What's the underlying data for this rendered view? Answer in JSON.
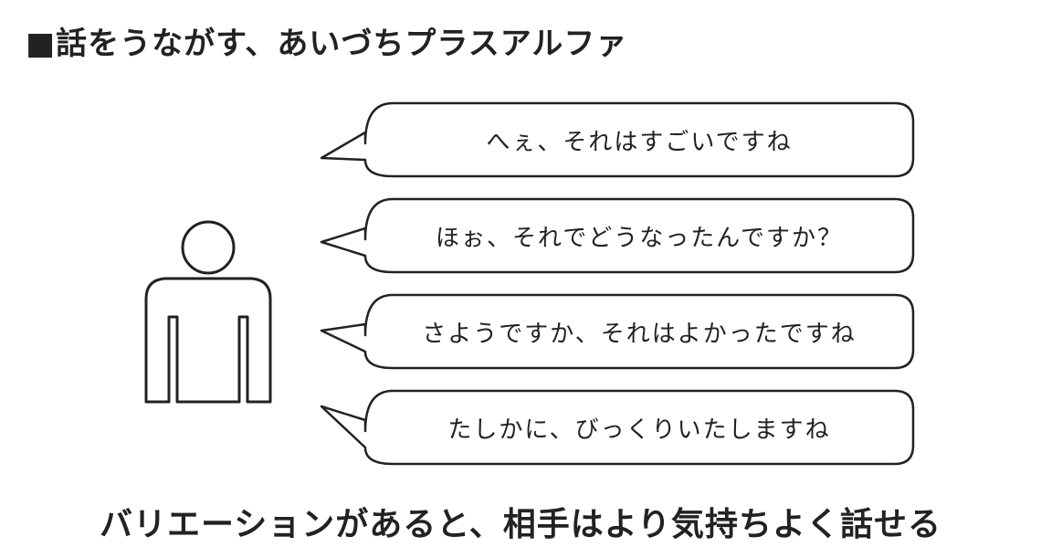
{
  "title": "■話をうながす、あいづちプラスアルファ",
  "bubbles": [
    {
      "text": "へぇ、それはすごいですね"
    },
    {
      "text": "ほぉ、それでどうなったんですか？"
    },
    {
      "text": "さようですか、それはよかったですね"
    },
    {
      "text": "たしかに、びっくりいたしますね"
    }
  ],
  "caption": "バリエーションがあると、相手はより気持ちよく話せる",
  "colors": {
    "stroke": "#222222",
    "background": "#ffffff"
  }
}
